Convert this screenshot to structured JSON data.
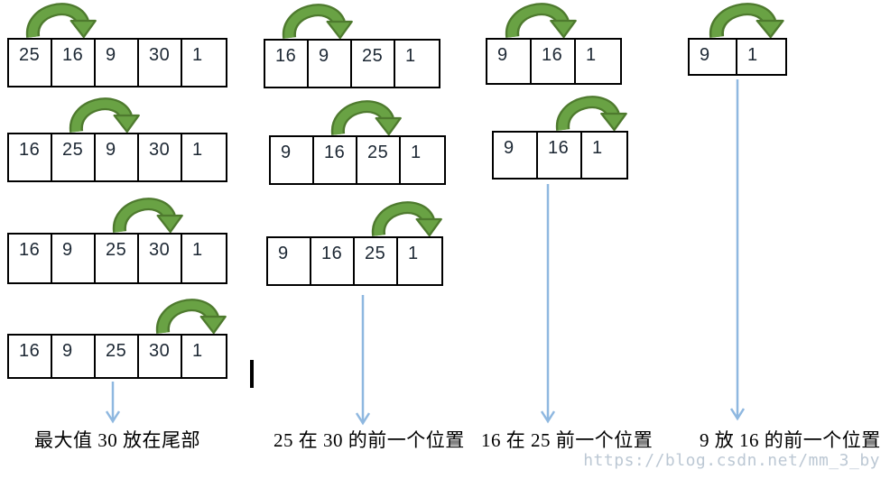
{
  "watermark": "https://blog.csdn.net/mm_3_by",
  "colors": {
    "arrow_fill": "#69a244",
    "arrow_outline": "#4e7a2e",
    "down_arrow": "#8fb8e0",
    "cell_border": "#000000",
    "number_text": "#1c2733",
    "label_text": "#000000",
    "watermark_text": "#bcc8d4"
  },
  "columns": [
    {
      "label": "最大值 30 放在尾部",
      "steps": [
        {
          "cells": [
            "25",
            "16",
            "9",
            "30",
            "1"
          ],
          "compare_from": 0,
          "compare_to": 1
        },
        {
          "cells": [
            "16",
            "25",
            "9",
            "30",
            "1"
          ],
          "compare_from": 1,
          "compare_to": 2
        },
        {
          "cells": [
            "16",
            "9",
            "25",
            "30",
            "1"
          ],
          "compare_from": 2,
          "compare_to": 3
        },
        {
          "cells": [
            "16",
            "9",
            "25",
            "30",
            "1"
          ],
          "compare_from": 3,
          "compare_to": 4
        }
      ]
    },
    {
      "label": "25 在 30 的前一个位置",
      "steps": [
        {
          "cells": [
            "16",
            "9",
            "25",
            "1"
          ],
          "compare_from": 0,
          "compare_to": 1
        },
        {
          "cells": [
            "9",
            "16",
            "25",
            "1"
          ],
          "compare_from": 1,
          "compare_to": 2
        },
        {
          "cells": [
            "9",
            "16",
            "25",
            "1"
          ],
          "compare_from": 2,
          "compare_to": 3
        }
      ]
    },
    {
      "label": "16 在 25 前一个位置",
      "steps": [
        {
          "cells": [
            "9",
            "16",
            "1"
          ],
          "compare_from": 0,
          "compare_to": 1
        },
        {
          "cells": [
            "9",
            "16",
            "1"
          ],
          "compare_from": 1,
          "compare_to": 2
        }
      ]
    },
    {
      "label": "9 放 16 的前一个位置",
      "steps": [
        {
          "cells": [
            "9",
            "1"
          ],
          "compare_from": 0,
          "compare_to": 1
        }
      ]
    }
  ]
}
